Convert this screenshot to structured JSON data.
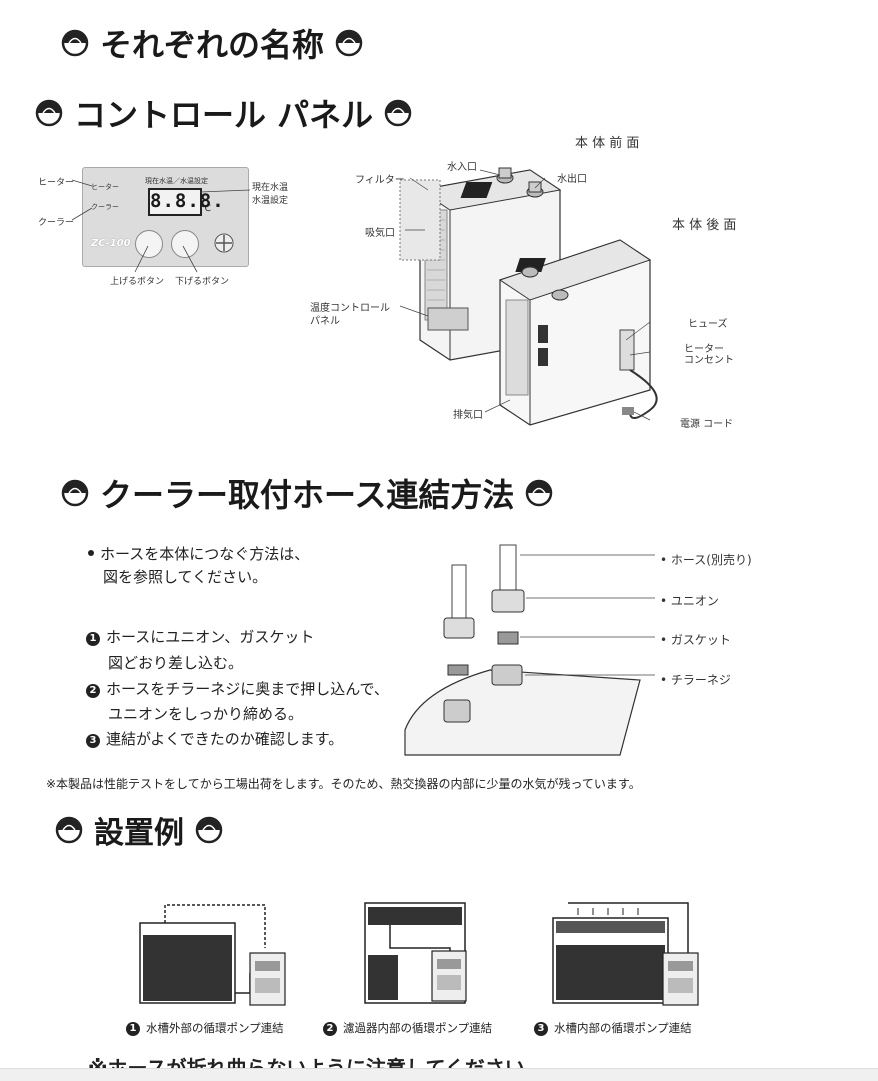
{
  "headings": {
    "names": "それぞれの名称",
    "control_panel": "コントロール パネル",
    "hose": "クーラー取付ホース連結方法",
    "install": "設置例"
  },
  "panel": {
    "header": "現在水温／水温設定",
    "display": "8.8.8.",
    "unit": "℃",
    "model": "ZC-100",
    "heater_indicator": "ヒーター",
    "cooler_indicator": "クーラー",
    "labels": {
      "heater": "ヒーター",
      "cooler": "クーラー",
      "temp_line1": "現在水温",
      "temp_line2": "水温設定",
      "up_button": "上げるボタン",
      "down_button": "下げるボタン"
    }
  },
  "unit_labels": {
    "front": "本 体 前 面",
    "back": "本 体 後 面",
    "inlet": "水入口",
    "outlet": "水出口",
    "filter": "フィルター",
    "intake": "吸気口",
    "panel_line1": "温度コントロール",
    "panel_line2": "パネル",
    "fuse": "ヒューズ",
    "outlet_line1": "ヒーター",
    "outlet_line2": "コンセント",
    "exhaust": "排気口",
    "power": "電源 コード"
  },
  "hose_section": {
    "intro_line1": "ホースを本体につなぐ方法は、",
    "intro_line2": "図を参照してください。",
    "step1_line1": "ホースにユニオン、ガスケット",
    "step1_line2": "図どおり差し込む。",
    "step2_line1": "ホースをチラーネジに奥まで押し込んで、",
    "step2_line2": "ユニオンをしっかり締める。",
    "step3": "連結がよくできたのか確認します。",
    "labels": {
      "hose": "ホース(別売り)",
      "union": "ユニオン",
      "gasket": "ガスケット",
      "chiller_screw": "チラーネジ"
    },
    "note": "※本製品は性能テストをしてから工場出荷をします。そのため、熱交換器の内部に少量の水気が残っています。"
  },
  "install_section": {
    "captions": [
      "水槽外部の循環ポンプ連結",
      "濾過器内部の循環ポンプ連結",
      "水槽内部の循環ポンプ連結"
    ],
    "step_marks": [
      "1",
      "2",
      "3"
    ],
    "cutoff_note": "※ホースが折れ曲らないように注意してください。"
  }
}
